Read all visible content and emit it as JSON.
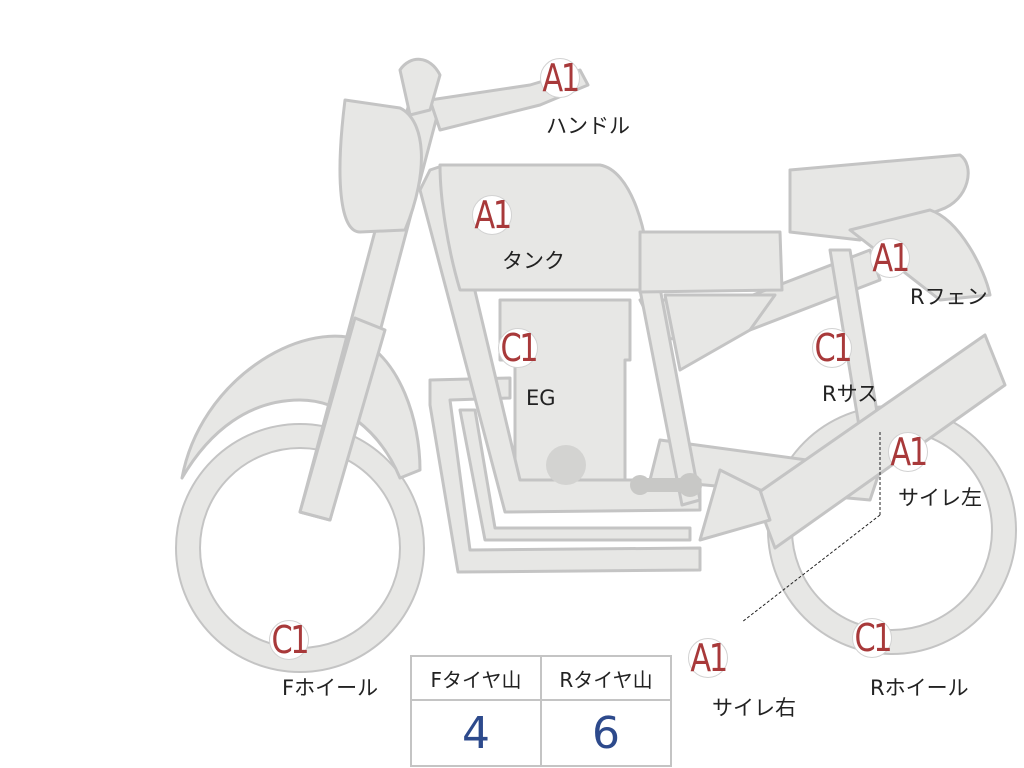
{
  "colors": {
    "grade_text": "#a8393a",
    "tread_value": "#2d4a8c",
    "body_fill": "#e7e7e5",
    "body_stroke": "#c4c4c4"
  },
  "parts": [
    {
      "id": "handle",
      "grade": "A1",
      "label": "ハンドル"
    },
    {
      "id": "tank",
      "grade": "A1",
      "label": "タンク"
    },
    {
      "id": "rear-fender",
      "grade": "A1",
      "label": "Rフェン"
    },
    {
      "id": "engine",
      "grade": "C1",
      "label": "EG"
    },
    {
      "id": "rear-suspension",
      "grade": "C1",
      "label": "Rサス"
    },
    {
      "id": "muffler-left",
      "grade": "A1",
      "label": "サイレ左"
    },
    {
      "id": "muffler-right",
      "grade": "A1",
      "label": "サイレ右"
    },
    {
      "id": "front-wheel",
      "grade": "C1",
      "label": "Fホイール"
    },
    {
      "id": "rear-wheel",
      "grade": "C1",
      "label": "Rホイール"
    }
  ],
  "tire_table": {
    "headers": [
      "Fタイヤ山",
      "Rタイヤ山"
    ],
    "values": [
      "4",
      "6"
    ]
  }
}
